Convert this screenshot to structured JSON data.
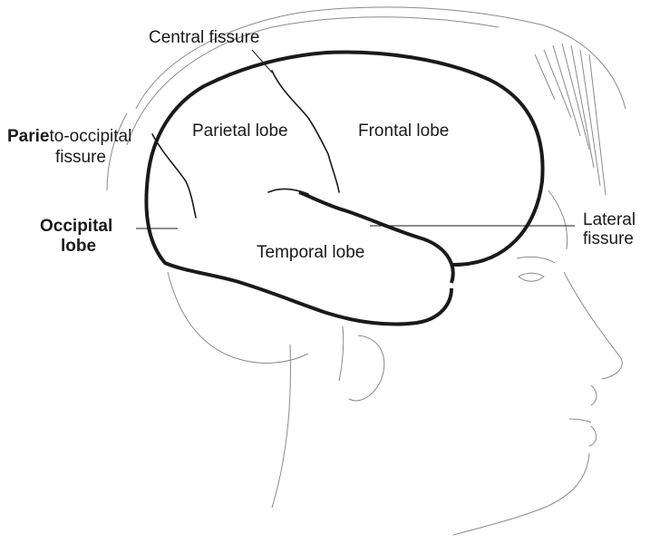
{
  "labels": {
    "central_fissure": "Central fissure",
    "parietal_lobe": "Parietal lobe",
    "frontal_lobe": "Frontal lobe",
    "parieto_occipital_bold": "Parie",
    "parieto_occipital_rest": "to-occipital",
    "parieto_occipital_line2": "fissure",
    "occipital_line1": "Occipital",
    "occipital_line2": "lobe",
    "temporal_lobe": "Temporal lobe",
    "lateral_line1": "Lateral",
    "lateral_line2": "fissure"
  },
  "colors": {
    "ink": "#1a1a1a",
    "sketch": "#8a8a8a",
    "background": "#ffffff"
  }
}
